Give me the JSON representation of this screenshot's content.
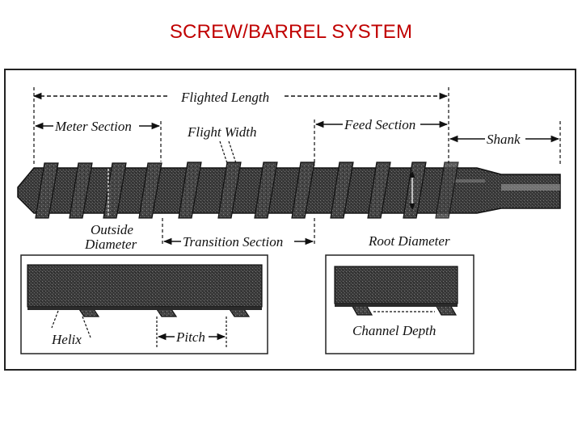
{
  "title": "SCREW/BARREL SYSTEM",
  "labels": {
    "flighted_length": "Flighted Length",
    "meter_section": "Meter Section",
    "flight_width": "Flight Width",
    "feed_section": "Feed Section",
    "shank": "Shank",
    "outside": "Outside",
    "diameter": "Diameter",
    "transition_section": "Transition Section",
    "root_diameter": "Root Diameter",
    "helix": "Helix",
    "pitch": "Pitch",
    "channel_depth": "Channel Depth"
  },
  "colors": {
    "title": "#c00000",
    "screw_dark": "#2b2b2b",
    "screw_mid": "#5a5a5a",
    "screw_light": "#8a8a8a"
  }
}
